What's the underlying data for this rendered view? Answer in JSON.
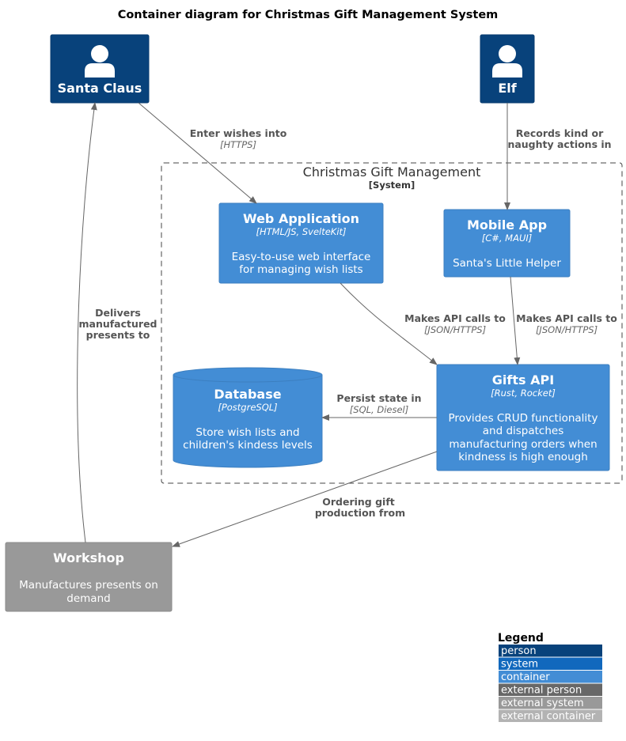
{
  "title": "Container diagram for Christmas Gift Management System",
  "boundary": {
    "title": "Christmas Gift Management",
    "subtitle": "[System]"
  },
  "persons": {
    "santa": {
      "name": "Santa Claus"
    },
    "elf": {
      "name": "Elf"
    }
  },
  "containers": {
    "webapp": {
      "name": "Web Application",
      "tech": "[HTML/JS, SvelteKit]",
      "desc_line1": "Easy-to-use web interface",
      "desc_line2": "for managing wish lists"
    },
    "mobile": {
      "name": "Mobile App",
      "tech": "[C#, MAUI]",
      "desc_line1": "Santa's Little Helper"
    },
    "api": {
      "name": "Gifts API",
      "tech": "[Rust, Rocket]",
      "desc_line1": "Provides CRUD functionality",
      "desc_line2": "and dispatches",
      "desc_line3": "manufacturing orders when",
      "desc_line4": "kindness is high enough"
    },
    "db": {
      "name": "Database",
      "tech": "[PostgreSQL]",
      "desc_line1": "Store wish lists and",
      "desc_line2": "children's kindess levels"
    }
  },
  "external": {
    "workshop": {
      "name": "Workshop",
      "desc_line1": "Manufactures presents on",
      "desc_line2": "demand"
    }
  },
  "relations": {
    "santa_web": {
      "label": "Enter wishes into",
      "tech": "[HTTPS]"
    },
    "elf_mobile": {
      "label_line1": "Records kind or",
      "label_line2": "naughty actions in"
    },
    "web_api": {
      "label": "Makes API calls to",
      "tech": "[JSON/HTTPS]"
    },
    "mobile_api": {
      "label": "Makes API calls to",
      "tech": "[JSON/HTTPS]"
    },
    "api_db": {
      "label": "Persist state in",
      "tech": "[SQL, Diesel]"
    },
    "api_workshop": {
      "label_line1": "Ordering gift",
      "label_line2": "production from"
    },
    "workshop_santa": {
      "label_line1": "Delivers",
      "label_line2": "manufactured",
      "label_line3": "presents to"
    }
  },
  "legend": {
    "title": "Legend",
    "items": [
      {
        "label": "person",
        "color": "#08427B"
      },
      {
        "label": "system",
        "color": "#1168BD"
      },
      {
        "label": "container",
        "color": "#438DD5"
      },
      {
        "label": "external person",
        "color": "#686868"
      },
      {
        "label": "external system",
        "color": "#999999"
      },
      {
        "label": "external container",
        "color": "#B3B3B3"
      }
    ]
  },
  "colors": {
    "person": "#08427B",
    "container": "#438DD5",
    "external": "#999999",
    "edge": "#666666"
  }
}
